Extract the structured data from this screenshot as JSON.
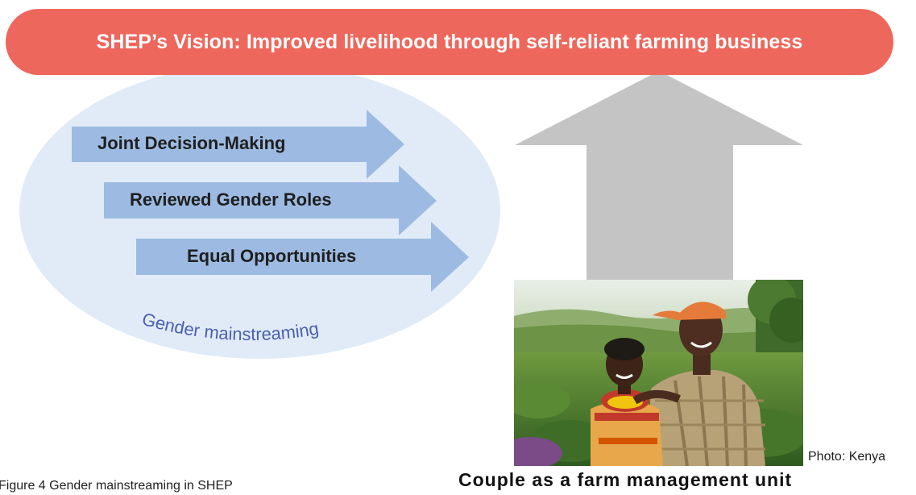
{
  "vision": {
    "text": "SHEP’s Vision: Improved livelihood through self-reliant farming business"
  },
  "arrows": [
    {
      "label": "Joint Decision-Making"
    },
    {
      "label": "Reviewed Gender Roles"
    },
    {
      "label": "Equal Opportunities"
    }
  ],
  "ellipse_label": "Gender mainstreaming",
  "photo": {
    "credit": "Photo: Kenya",
    "caption": "Couple as a farm management unit"
  },
  "figure_caption": "Figure 4 Gender mainstreaming in SHEP",
  "colors": {
    "banner": "#ee675c",
    "ellipse": "#e1ebf8",
    "arrow": "#9dbbe2",
    "up_arrow": "#c4c4c4",
    "ellipse_text": "#4a5fb0"
  }
}
